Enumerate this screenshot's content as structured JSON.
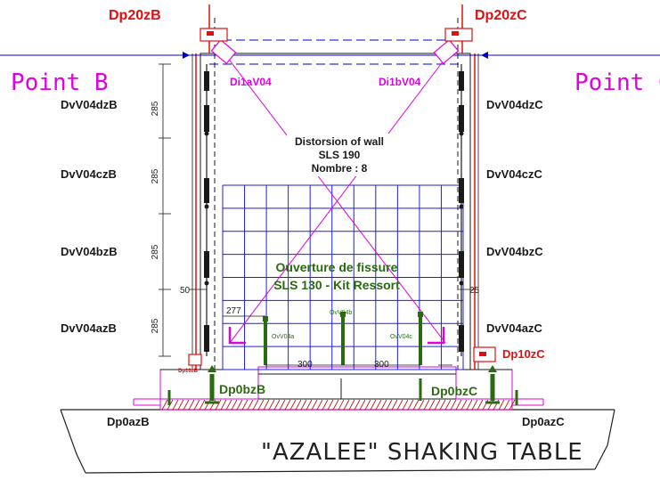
{
  "colors": {
    "red": "#e01010",
    "magenta": "#e000e0",
    "blue": "#0000cc",
    "green": "#2a6a10",
    "black": "#1a1a1a"
  },
  "labels": {
    "dp20zB": "Dp20zB",
    "dp20zC": "Dp20zC",
    "pointB": "Point B",
    "pointC": "Point C",
    "di1aV04": "Di1aV04",
    "di1bV04": "Di1bV04",
    "dvv04dzB": "DvV04dzB",
    "dvv04czB": "DvV04czB",
    "dvv04bzB": "DvV04bzB",
    "dvv04azB": "DvV04azB",
    "dvv04dzC": "DvV04dzC",
    "dvv04czC": "DvV04czC",
    "dvv04bzC": "DvV04bzC",
    "dvv04azC": "DvV04azC",
    "distortion_title": "Distorsion of wall",
    "distortion_sls": "SLS 190",
    "distortion_count": "Nombre : 8",
    "crack_title": "Ouverture de fissure",
    "crack_sls": "SLS 130 - Kit Ressort",
    "dp10zC": "Dp10zC",
    "dp10zB": "Dp10zB",
    "dp0bzB": "Dp0bzB",
    "dp0bzC": "Dp0bzC",
    "dp0azB": "Dp0azB",
    "dp0azC": "Dp0azC",
    "table_name": "\"AZALEE\" SHAKING TABLE",
    "ovv04a": "OvV04a",
    "ovv04b": "OvV04b",
    "ovv04c": "OvV04c"
  },
  "dimensions": {
    "d285_1": "285",
    "d285_2": "285",
    "d285_3": "285",
    "d285_4": "285",
    "d50": "50",
    "d25": "25",
    "d277": "277",
    "d300_1": "300",
    "d300_2": "300"
  }
}
